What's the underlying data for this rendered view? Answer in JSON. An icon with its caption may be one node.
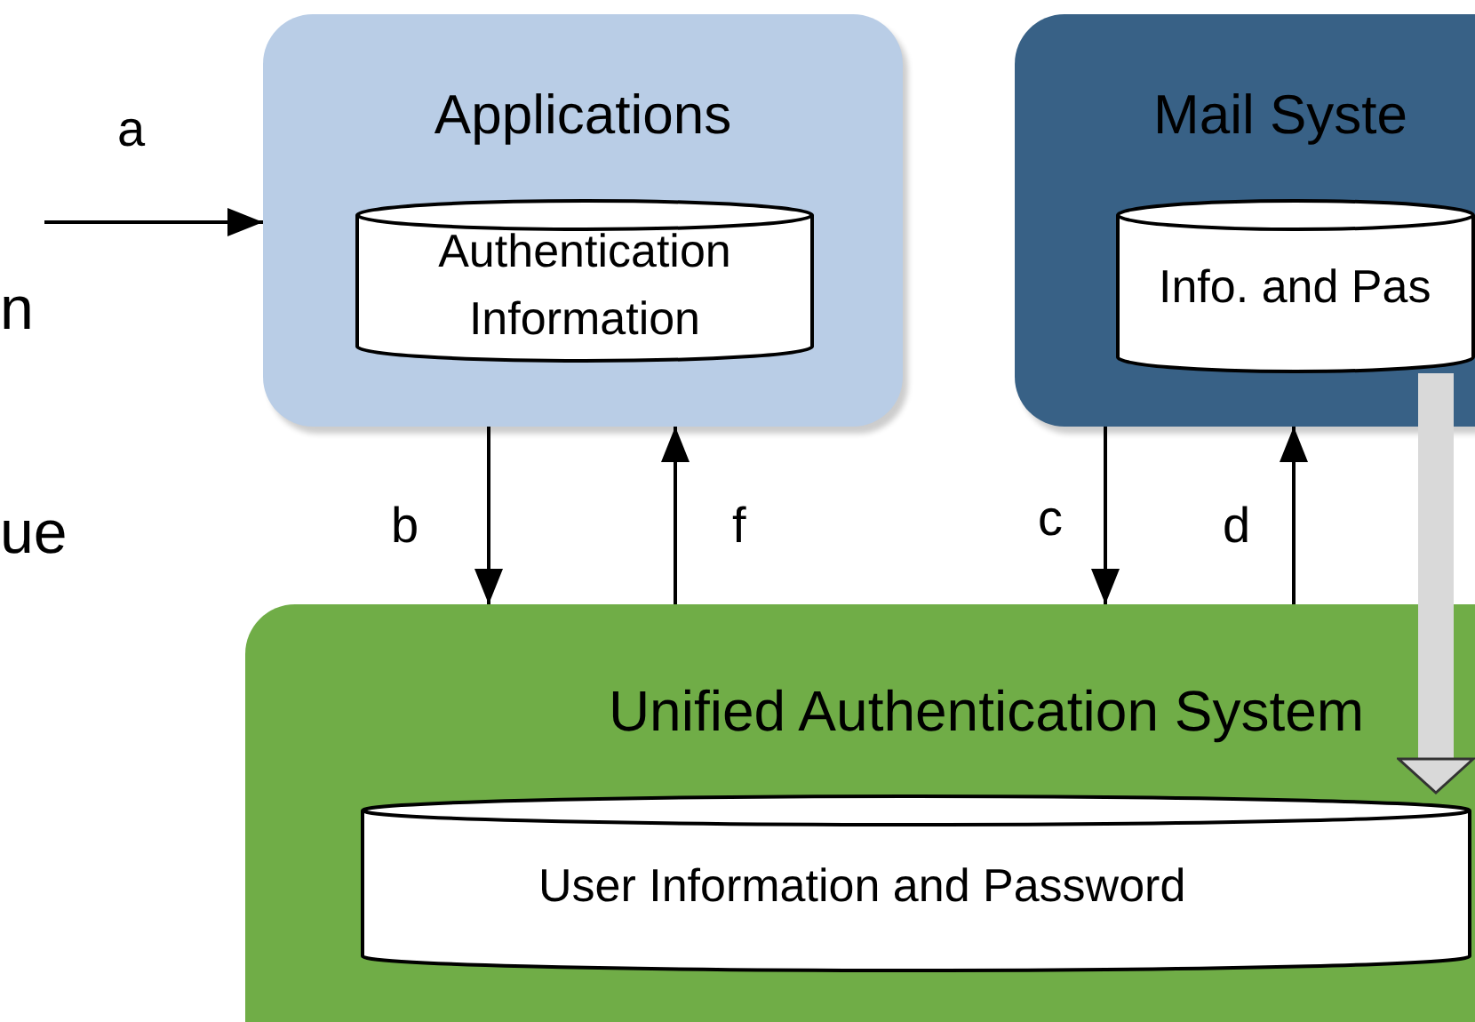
{
  "diagram": {
    "nodes": [
      {
        "text": [
          "Applications"
        ]
      },
      {
        "text": [
          "Authentication Information"
        ],
        "in": 0
      },
      {
        "text": [
          "Mail Syste"
        ]
      },
      {
        "text": [
          "Info. and Pas"
        ],
        "in": 2
      },
      {
        "text": [
          "Unified Authentication System"
        ]
      },
      {
        "text": [
          "User Information and Password"
        ],
        "in": 4
      }
    ],
    "edges": [
      {
        "from": null,
        "to": 0,
        "arrow": "to",
        "label": "a"
      },
      {
        "from": 0,
        "to": 4,
        "arrow": "to",
        "label": "b"
      },
      {
        "from": 4,
        "to": 0,
        "arrow": "to",
        "label": "f"
      },
      {
        "from": 2,
        "to": 4,
        "arrow": "to",
        "label": "c"
      },
      {
        "from": 4,
        "to": 2,
        "arrow": "to",
        "label": "d"
      },
      {
        "from": 3,
        "to": 5,
        "arrow": "to",
        "style": "thick",
        "color": "#d9d9d9"
      }
    ],
    "labels": [
      "n",
      "ue"
    ]
  }
}
